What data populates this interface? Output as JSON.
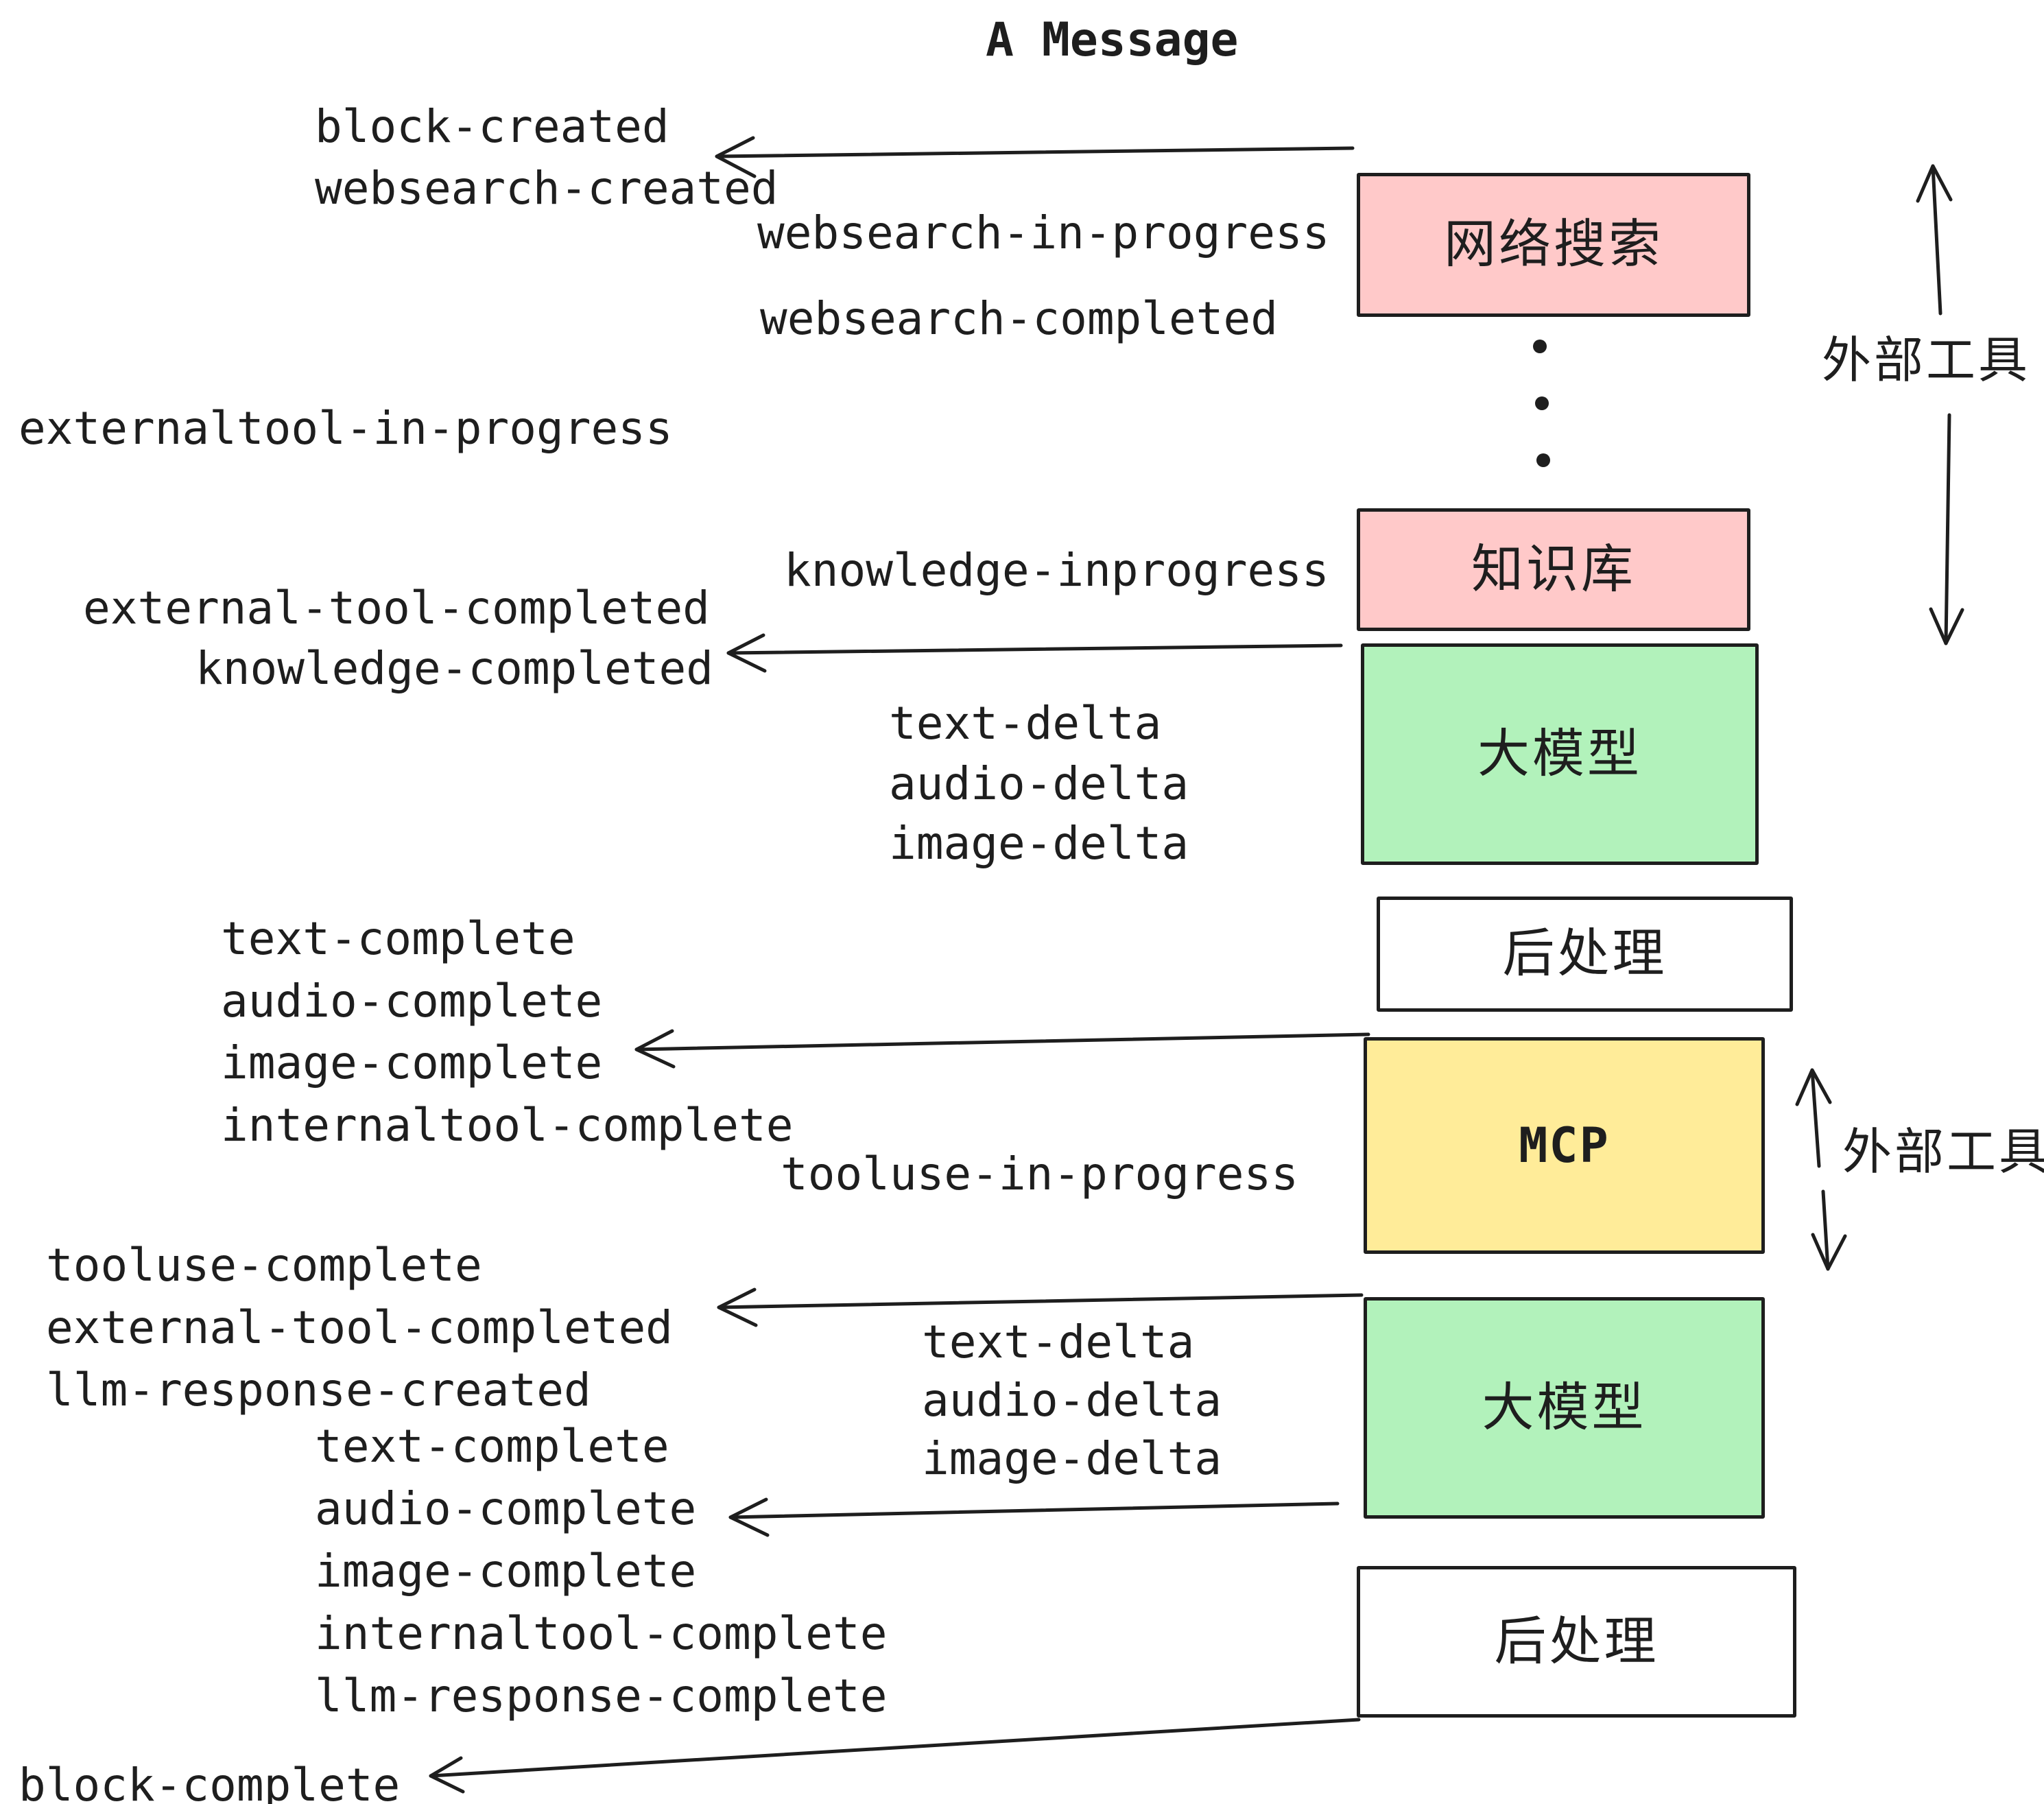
{
  "title": "A Message",
  "colors": {
    "ink": "#1e1e1e",
    "paper": "#ffffff",
    "pink": "#ffc9c9",
    "green": "#b2f2bb",
    "yellow": "#ffec99"
  },
  "boxes": [
    {
      "label": "网络搜索",
      "color": "pink"
    },
    {
      "label": "知识库",
      "color": "pink"
    },
    {
      "label": "大模型",
      "color": "green"
    },
    {
      "label": "后处理",
      "color": "white"
    },
    {
      "label": "MCP",
      "color": "yellow"
    },
    {
      "label": "大模型",
      "color": "green"
    },
    {
      "label": "后处理",
      "color": "white"
    }
  ],
  "side_labels": [
    {
      "text": "外部工具"
    },
    {
      "text": "外部工具"
    }
  ],
  "events": [
    {
      "text": "block-created"
    },
    {
      "text": "websearch-created"
    },
    {
      "text": "websearch-in-progress"
    },
    {
      "text": "websearch-completed"
    },
    {
      "text": "externaltool-in-progress"
    },
    {
      "text": "knowledge-inprogress"
    },
    {
      "text": "external-tool-completed"
    },
    {
      "text": "knowledge-completed"
    },
    {
      "text": "text-delta"
    },
    {
      "text": "audio-delta"
    },
    {
      "text": "image-delta"
    },
    {
      "text": "text-complete"
    },
    {
      "text": "audio-complete"
    },
    {
      "text": "image-complete"
    },
    {
      "text": "internaltool-complete"
    },
    {
      "text": "tooluse-in-progress"
    },
    {
      "text": "tooluse-complete"
    },
    {
      "text": "external-tool-completed"
    },
    {
      "text": "llm-response-created"
    },
    {
      "text": "text-complete"
    },
    {
      "text": "text-delta"
    },
    {
      "text": "audio-delta"
    },
    {
      "text": "image-delta"
    },
    {
      "text": "audio-complete"
    },
    {
      "text": "image-complete"
    },
    {
      "text": "internaltool-complete"
    },
    {
      "text": "llm-response-complete"
    },
    {
      "text": "block-complete"
    }
  ]
}
